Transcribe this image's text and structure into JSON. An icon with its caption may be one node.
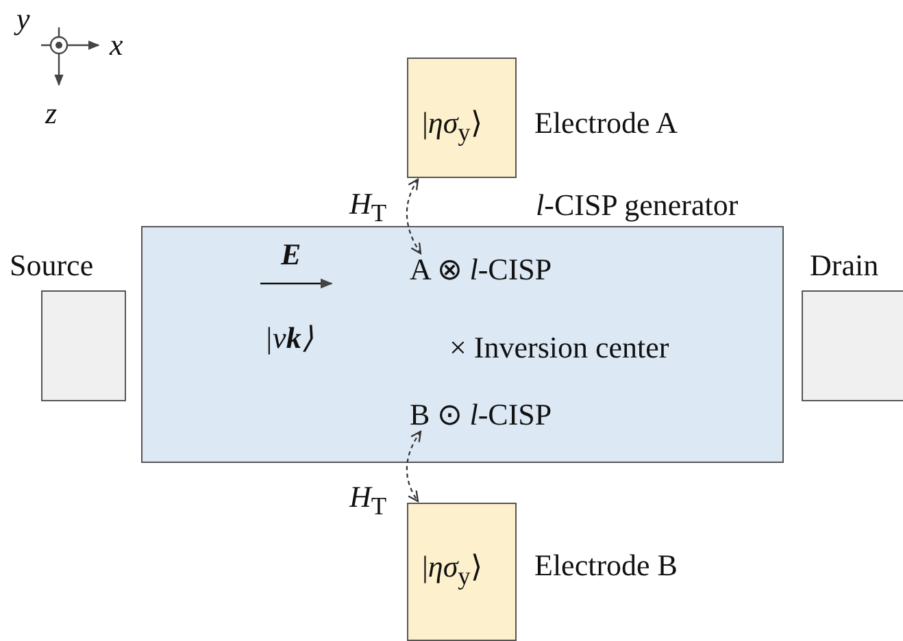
{
  "diagram": {
    "nodes": [
      {
        "text": [
          "*l*-CISP generator"
        ]
      },
      {
        "text": [
          "A ⊗ *l*-CISP"
        ],
        "in": 0
      },
      {
        "text": [
          "B ⊙ *l*-CISP"
        ],
        "in": 0
      },
      {
        "text": [
          "|*ησ*$_{y}$⟩"
        ],
        "beside": [
          "Electrode A"
        ]
      },
      {
        "text": [
          "|*ησ*$_{y}$⟩"
        ],
        "beside": [
          "Electrode B"
        ]
      },
      {
        "text": [
          "Source"
        ]
      },
      {
        "text": [
          "Drain"
        ]
      }
    ],
    "edges": [
      {
        "from": 3,
        "to": 1,
        "arrow": "both",
        "label": "*H*$_{T}$",
        "style": "dashed"
      },
      {
        "from": 2,
        "to": 4,
        "arrow": "both",
        "label": "*H*$_{T}$",
        "style": "dashed"
      }
    ],
    "labels": [
      "y",
      "x",
      "z",
      "E",
      "|ν**k**⟩",
      "× Inversion center"
    ]
  }
}
